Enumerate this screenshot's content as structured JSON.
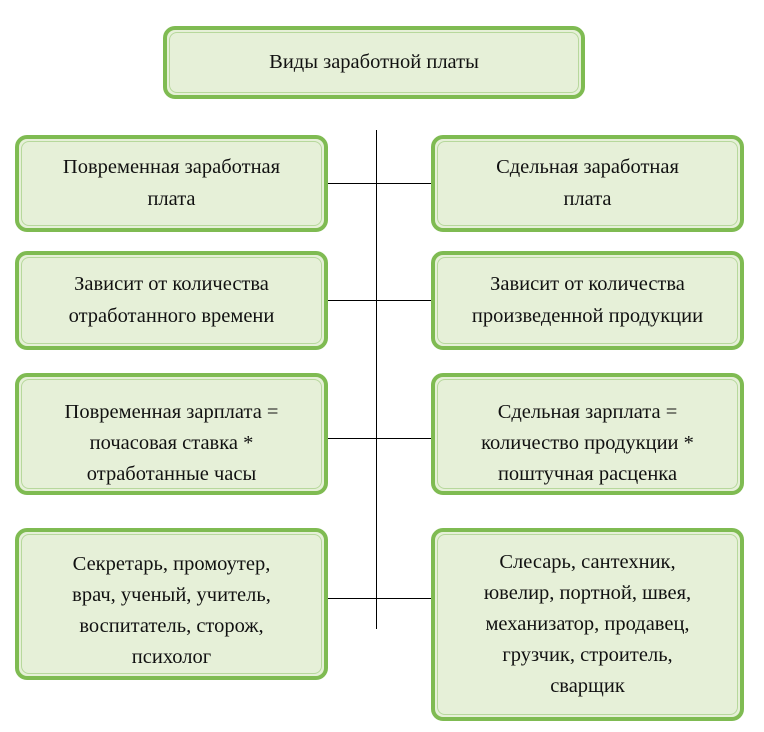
{
  "title": "Виды заработной платы",
  "left": {
    "box1": "Повременная заработная\nплата",
    "box2": "Зависит от количества\nотработанного времени",
    "box3": "Повременная зарплата =\nпочасовая ставка *\nотработанные часы",
    "box4": "Секретарь, промоутер,\nврач, ученый, учитель,\nвоспитатель, сторож,\nпсихолог"
  },
  "right": {
    "box1": "Сдельная заработная\nплата",
    "box2": "Зависит от количества\nпроизведенной продукции",
    "box3": "Сдельная зарплата =\nколичество продукции *\nпоштучная расценка",
    "box4": "Слесарь, сантехник,\nювелир, портной, швея,\nмеханизатор, продавец,\nгрузчик, строитель,\nсварщик"
  },
  "colors": {
    "box_fill": "#e6f0d8",
    "box_border": "#7fbb52",
    "connector": "#000000"
  }
}
